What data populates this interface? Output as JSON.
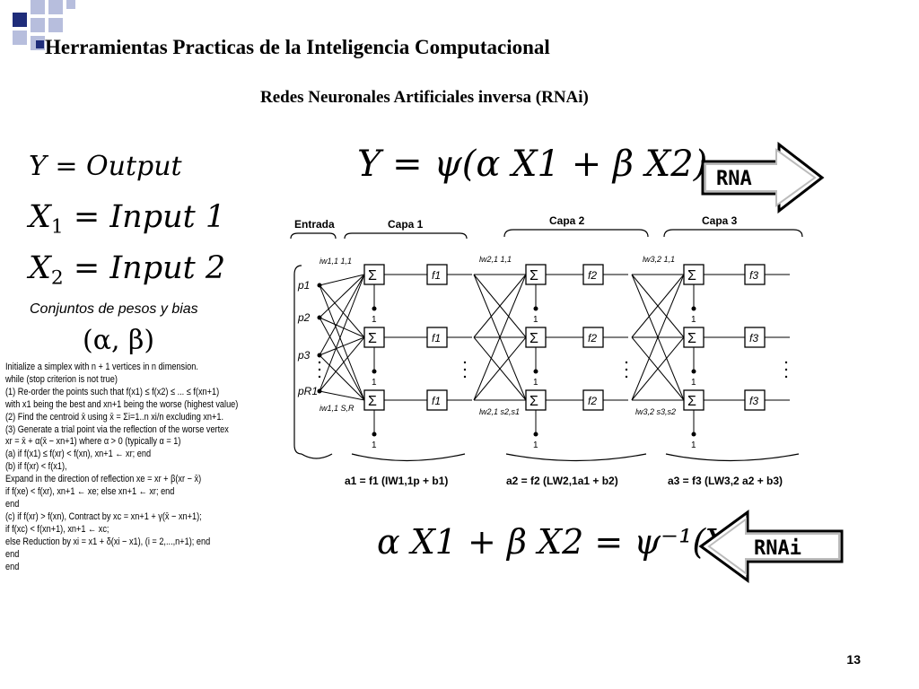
{
  "slide": {
    "title": "Herramientas Practicas de la Inteligencia Computacional",
    "subtitle": "Redes Neuronales Artificiales  inversa (RNAi)",
    "page_number": "13",
    "accent_color": "#1F2D7A",
    "light_accent_color": "#B7BEDD"
  },
  "definitions": {
    "y_def": {
      "lhs": "Y",
      "rhs": "Output"
    },
    "x1_def": {
      "lhs": "X",
      "sub": "1",
      "rhs": "Input 1"
    },
    "x2_def": {
      "lhs": "X",
      "sub": "2",
      "rhs": "Input 2"
    },
    "caption": "Conjuntos de pesos y bias",
    "params": "(α, β)"
  },
  "forward_eq": {
    "text": "Y = ψ(α X1 + β X2)",
    "arrow_label": "RNA"
  },
  "inverse_eq": {
    "text": "α X1 + β X2 = ψ⁻¹(Y)",
    "arrow_label": "RNAi"
  },
  "algorithm": [
    "Initialize a simplex with n + 1 vertices in n dimension.",
    "while (stop criterion is not true)",
    "(1) Re-order the points such that f(x1) ≤ f(x2) ≤ ... ≤ f(xn+1)",
    "     with x1 being the best and xn+1 being the worse (highest value)",
    "(2) Find the centroid x̄ using x̄ = Σi=1..n xi/n excluding xn+1.",
    "(3) Generate a trial point via the reflection of the worse vertex",
    "        xr = x̄ + α(x̄ − xn+1) where α > 0 (typically α = 1)",
    "    (a) if f(x1) ≤ f(xr) < f(xn), xn+1 ← xr; end",
    "    (b) if f(xr) < f(x1),",
    "            Expand in the direction of reflection xe = xr + β(xr − x̄)",
    "            if f(xe) < f(xr), xn+1 ← xe; else xn+1 ← xr; end",
    "        end",
    "    (c) if f(xr) > f(xn), Contract by xc = xn+1 + γ(x̄ − xn+1);",
    "            if f(xc) < f(xn+1), xn+1 ← xc;",
    "            else    Reduction by xi = x1 + δ(xi − x1), (i = 2,...,n+1); end",
    "        end",
    "end"
  ],
  "network": {
    "headers": {
      "input": "Entrada",
      "layer1": "Capa 1",
      "layer2": "Capa 2",
      "layer3": "Capa 3"
    },
    "inputs": [
      "p1",
      "p2",
      "p3",
      "pR1"
    ],
    "weight_labels": {
      "l1_top": "iw1,1 1,1",
      "l1_bot": "iw1,1 S,R",
      "l2_top": "lw2,1 1,1",
      "l2_bot": "lw2,1 s2,s1",
      "l3_top": "lw3,2 1,1",
      "l3_bot": "lw3,2 s3,s2"
    },
    "sum_symbol": "Σ",
    "transfer": [
      "f1",
      "f2",
      "f3"
    ],
    "bias_one": "1",
    "layer_equations": [
      "a1 = f1 (IW1,1p + b1)",
      "a2 = f2 (LW2,1a1 + b2)",
      "a3 = f3 (LW3,2 a2 + b3)"
    ]
  }
}
